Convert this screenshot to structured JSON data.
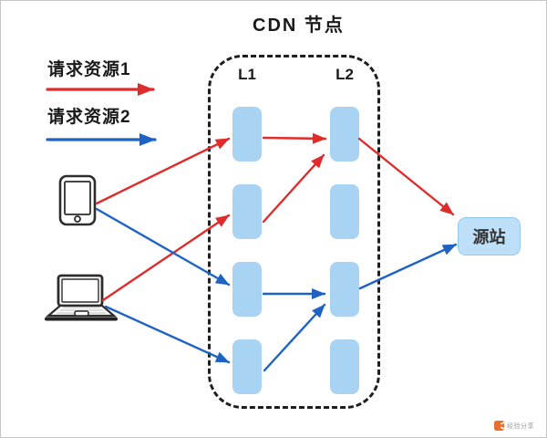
{
  "title": "CDN 节点",
  "legend": {
    "item1": {
      "label": "请求资源1",
      "color": "#E02B2B"
    },
    "item2": {
      "label": "请求资源2",
      "color": "#1E63C4"
    }
  },
  "cdn_box": {
    "l1_label": "L1",
    "l2_label": "L2",
    "node_columns": [
      {
        "label": "L1",
        "node_count": 4
      },
      {
        "label": "L2",
        "node_count": 4
      }
    ]
  },
  "origin": {
    "label": "源站"
  },
  "devices": {
    "phone": "smartphone",
    "laptop": "laptop"
  },
  "connections": [
    {
      "flow": "请求资源1",
      "from": "phone",
      "to": "L1-node-1"
    },
    {
      "flow": "请求资源1",
      "from": "laptop",
      "to": "L1-node-2"
    },
    {
      "flow": "请求资源1",
      "from": "L1-node-1",
      "to": "L2-node-1"
    },
    {
      "flow": "请求资源1",
      "from": "L1-node-2",
      "to": "L2-node-1"
    },
    {
      "flow": "请求资源1",
      "from": "L2-node-1",
      "to": "origin"
    },
    {
      "flow": "请求资源2",
      "from": "phone",
      "to": "L1-node-3"
    },
    {
      "flow": "请求资源2",
      "from": "laptop",
      "to": "L1-node-4"
    },
    {
      "flow": "请求资源2",
      "from": "L1-node-3",
      "to": "L2-node-3"
    },
    {
      "flow": "请求资源2",
      "from": "L1-node-4",
      "to": "L2-node-3"
    },
    {
      "flow": "请求资源2",
      "from": "L2-node-3",
      "to": "origin"
    }
  ],
  "watermark": {
    "icon": "orange-logo",
    "text": "经验分享"
  },
  "colors": {
    "red": "#E02B2B",
    "blue": "#1E63C4",
    "node_fill": "#A9D3F3",
    "origin_fill": "#BEDFF8",
    "dash": "#1F1F1F",
    "text": "#1A1A1A",
    "watermark_orange": "#E8702F",
    "watermark_text_color": "#9A9A9A"
  }
}
